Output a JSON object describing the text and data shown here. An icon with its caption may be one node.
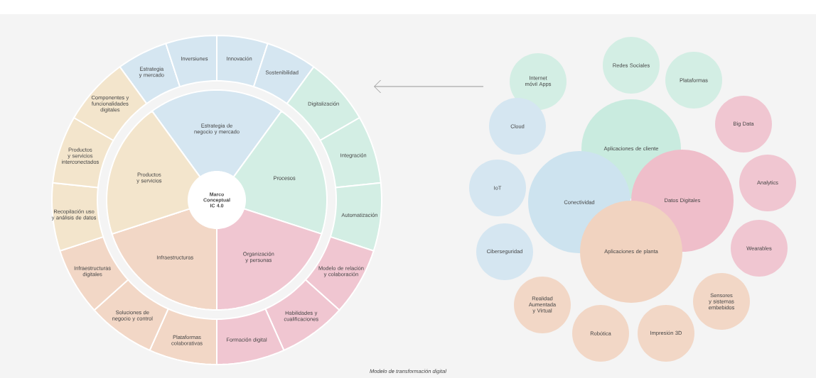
{
  "diagram": {
    "caption": "Modelo de transformación digital",
    "nodes": [
      {
        "text": [
          "Marco Conceptual IC 4.0"
        ]
      },
      {
        "text": [
          "Estrategia de negocio y mercado"
        ]
      },
      {
        "text": [
          "Procesos"
        ]
      },
      {
        "text": [
          "Organización y personas"
        ]
      },
      {
        "text": [
          "Infraestructuras"
        ]
      },
      {
        "text": [
          "Productos y servicios"
        ]
      },
      {
        "text": [
          "Estrategia y mercado"
        ]
      },
      {
        "text": [
          "Inversiones"
        ]
      },
      {
        "text": [
          "Innovación"
        ]
      },
      {
        "text": [
          "Sostenibilidad"
        ]
      },
      {
        "text": [
          "Digitalización"
        ]
      },
      {
        "text": [
          "Integración"
        ]
      },
      {
        "text": [
          "Automatización"
        ]
      },
      {
        "text": [
          "Modelo de relación y colaboración"
        ]
      },
      {
        "text": [
          "Habilidades y cualificaciones"
        ]
      },
      {
        "text": [
          "Formación digital"
        ]
      },
      {
        "text": [
          "Plataformas colaborativas"
        ]
      },
      {
        "text": [
          "Soluciones de negocio y control"
        ]
      },
      {
        "text": [
          "Infraestructuras digitales"
        ]
      },
      {
        "text": [
          "Recopilación uso y análisis de datos"
        ]
      },
      {
        "text": [
          "Productos y servicios interconectados"
        ]
      },
      {
        "text": [
          "Componentes y funcionalidades digitales"
        ]
      },
      {
        "text": [
          "Redes Sociales"
        ]
      },
      {
        "text": [
          "Internet móvil Apps"
        ]
      },
      {
        "text": [
          "Plataformas"
        ]
      },
      {
        "text": [
          "Cloud"
        ]
      },
      {
        "text": [
          "Big Data"
        ]
      },
      {
        "text": [
          "Aplicaciones de cliente"
        ]
      },
      {
        "text": [
          "IoT"
        ]
      },
      {
        "text": [
          "Conectividad"
        ]
      },
      {
        "text": [
          "Datos Digitales"
        ]
      },
      {
        "text": [
          "Analytics"
        ]
      },
      {
        "text": [
          "Ciberseguridad"
        ]
      },
      {
        "text": [
          "Aplicaciones de planta"
        ]
      },
      {
        "text": [
          "Wearables"
        ]
      },
      {
        "text": [
          "Realidad Aumentada y Virtual"
        ]
      },
      {
        "text": [
          "Sensores y sistemas embebidos"
        ]
      },
      {
        "text": [
          "Robótica"
        ]
      },
      {
        "text": [
          "Impresión 3D"
        ]
      }
    ]
  }
}
